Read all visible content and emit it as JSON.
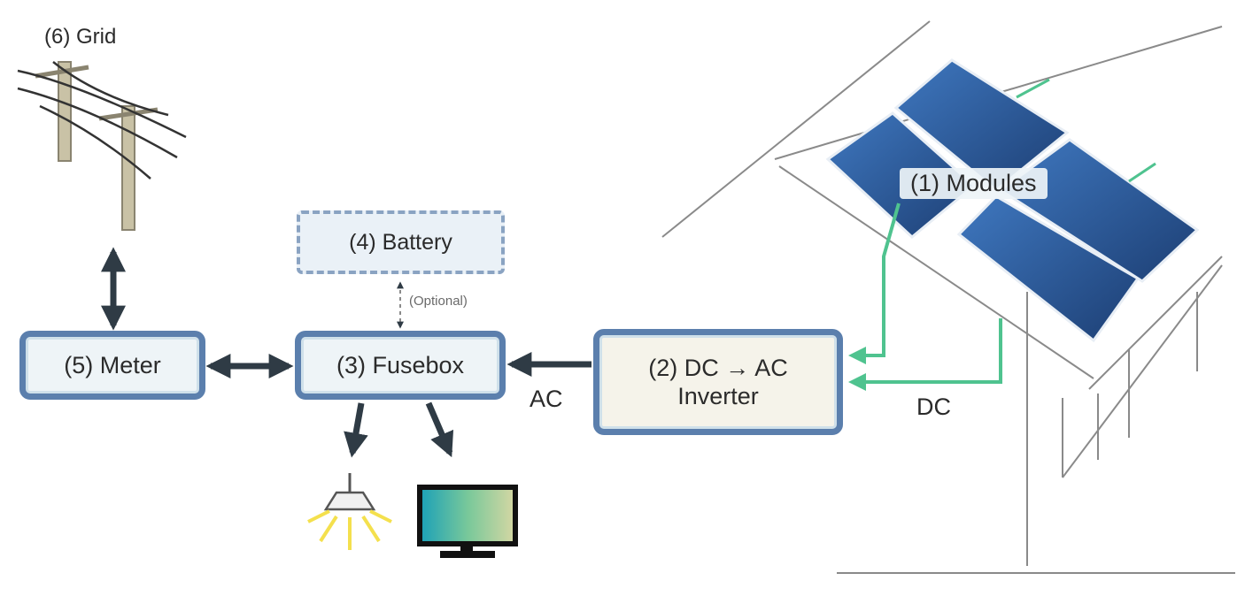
{
  "nodes": {
    "grid": "(6) Grid",
    "battery": "(4) Battery",
    "optional": "(Optional)",
    "meter": "(5) Meter",
    "fusebox": "(3) Fusebox",
    "inverter_line1": "(2) DC → AC",
    "inverter_line2": "Inverter",
    "modules": "(1) Modules"
  },
  "edges": {
    "ac": "AC",
    "dc": "DC"
  },
  "icons": [
    "power-pole-icon",
    "ceiling-lamp-icon",
    "monitor-icon",
    "solar-panel-icon",
    "house-outline-icon"
  ],
  "colors": {
    "box_border": "#5b7fad",
    "box_fill": "#eef4f7",
    "dc_wire": "#4fc38f",
    "panel_blue": "#2f5f9f",
    "arrow": "#2f3b45",
    "lamp_light": "#f4e04d"
  }
}
